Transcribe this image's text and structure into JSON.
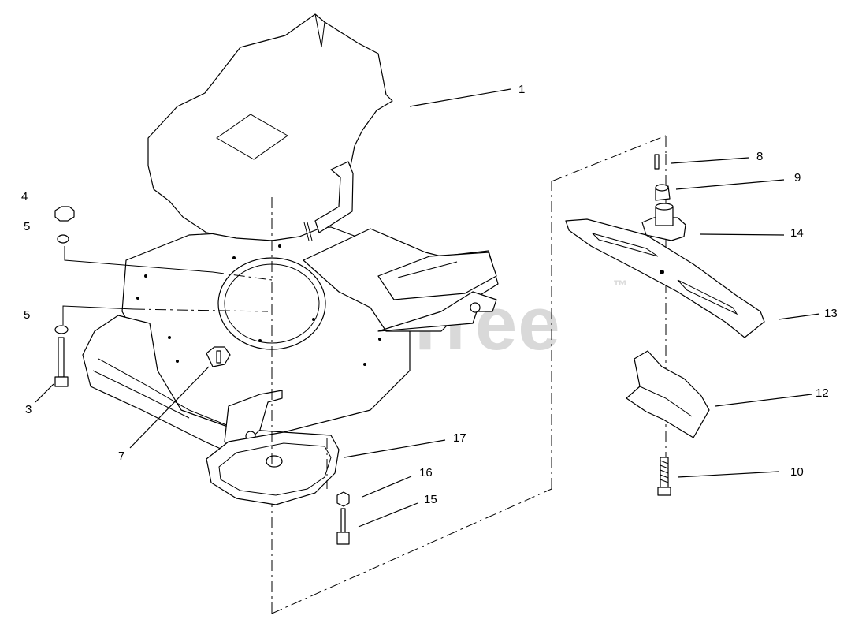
{
  "diagram": {
    "watermark": "PartsTree",
    "trademark": "™",
    "callouts": [
      "1",
      "4",
      "5",
      "5",
      "3",
      "7",
      "8",
      "9",
      "14",
      "13",
      "12",
      "10",
      "17",
      "16",
      "15"
    ]
  }
}
